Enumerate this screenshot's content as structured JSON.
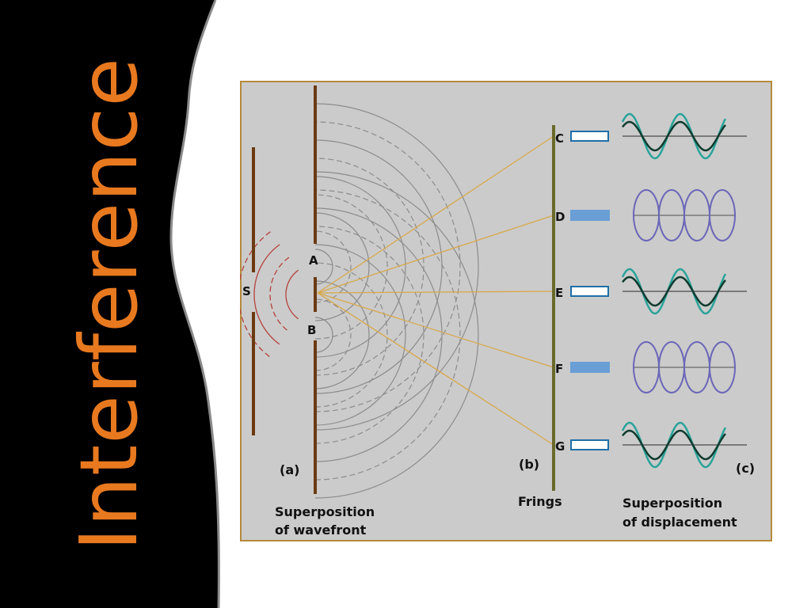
{
  "slide": {
    "title": "Interference",
    "colors": {
      "sidebar": "#000000",
      "title": "#e8791f",
      "background": "#ffffff",
      "figure_background": "#cbcbcb",
      "figure_border": "#b58a3b"
    }
  },
  "diagram": {
    "source_label": "S",
    "slit_labels": [
      "A",
      "B"
    ],
    "points": [
      {
        "label": "C",
        "type": "bright"
      },
      {
        "label": "D",
        "type": "dark"
      },
      {
        "label": "E",
        "type": "bright"
      },
      {
        "label": "F",
        "type": "dark"
      },
      {
        "label": "G",
        "type": "bright"
      }
    ],
    "part_labels": {
      "a": "(a)",
      "b": "(b)",
      "c": "(c)"
    },
    "captions": {
      "wavefront_line1": "Superposition",
      "wavefront_line2": "of wavefront",
      "fringes": "Frings",
      "displacement_line1": "Superposition",
      "displacement_line2": "of displacement"
    },
    "colors": {
      "barrier": "#6b3a12",
      "source_waves": "#b5423c",
      "slit_waves": "#8c8c8c",
      "rays": "#d8a94a",
      "screen": "#6a6a2a",
      "bright_marker": "#1e6fa6",
      "dark_marker": "#6a9fd6",
      "wave_dark": "#0f3b2e",
      "wave_light": "#2aa39a",
      "axis": "#7a7a7a",
      "ellipse": "#6b66b8"
    }
  }
}
